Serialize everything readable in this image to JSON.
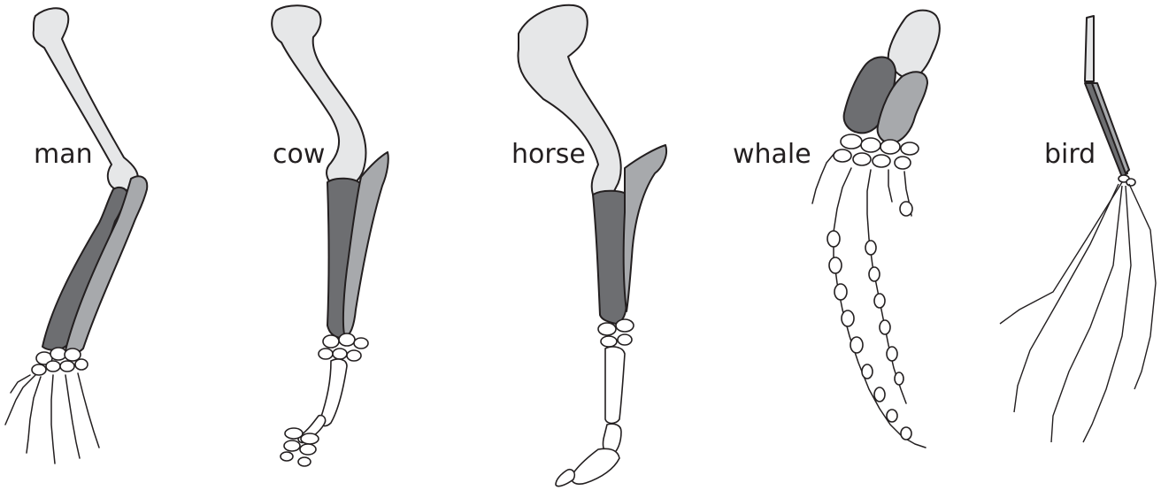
{
  "labels": {
    "man": "man",
    "cow": "cow",
    "horse": "horse",
    "whale": "whale",
    "bird": "bird"
  },
  "colors": {
    "humerus": "#e6e7e8",
    "radius": "#6d6e71",
    "ulna": "#a7a9ac",
    "outline": "#231f20",
    "small_bones": "#ffffff"
  }
}
